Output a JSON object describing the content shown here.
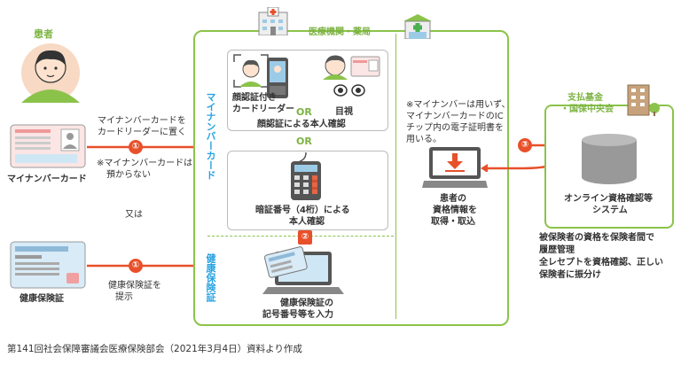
{
  "patient": {
    "label": "患者"
  },
  "mynumber_card": {
    "label": "マイナンバーカード"
  },
  "insurance_card": {
    "label": "健康保険証"
  },
  "or_text": "又は",
  "arrow1_top": {
    "num": "①",
    "text_line1": "マイナンバーカードを",
    "text_line2": "カードリーダーに置く",
    "note_line1": "※マイナンバーカードは",
    "note_line2": "預からない"
  },
  "arrow1_bottom": {
    "num": "①",
    "text_line1": "健康保険証を",
    "text_line2": "提示"
  },
  "clinic": {
    "label": "医療機関・薬局"
  },
  "mynumber_section": {
    "vertical_label": "マイナンバーカード"
  },
  "insurance_section": {
    "vertical_label": "健康保険証"
  },
  "face_reader": {
    "line1": "顔認証付き",
    "line2": "カードリーダー"
  },
  "visual_check": {
    "label": "目視"
  },
  "or_label": "OR",
  "face_confirm": {
    "label": "顔認証による本人確認"
  },
  "pin_confirm": {
    "line1": "暗証番号（4桁）による",
    "line2": "本人確認"
  },
  "step2": {
    "num": "②"
  },
  "insurance_input": {
    "line1": "健康保険証の",
    "line2": "記号番号等を入力"
  },
  "ic_note": {
    "line1": "※マイナンバーは用いず、",
    "line2": "マイナンバーカードのIC",
    "line3": "チップ内の電子証明書を",
    "line4": "用いる。"
  },
  "obtain": {
    "line1": "患者の",
    "line2": "資格情報を",
    "line3": "取得・取込"
  },
  "step3": {
    "num": "③"
  },
  "fund": {
    "line1": "支払基金",
    "line2": "・国保中央会"
  },
  "system": {
    "line1": "オンライン資格確認等",
    "line2": "システム"
  },
  "fund_desc": {
    "line1": "被保険者の資格を保険者間で",
    "line2": "履歴管理",
    "line3": "全レセプトを資格確認、正しい",
    "line4": "保険者に振分け"
  },
  "source": "第141回社会保障審議会医療保険部会（2021年3月4日）資料より作成",
  "colors": {
    "green": "#8bc34a",
    "blue": "#29a3e0",
    "orange": "#e8502a"
  }
}
